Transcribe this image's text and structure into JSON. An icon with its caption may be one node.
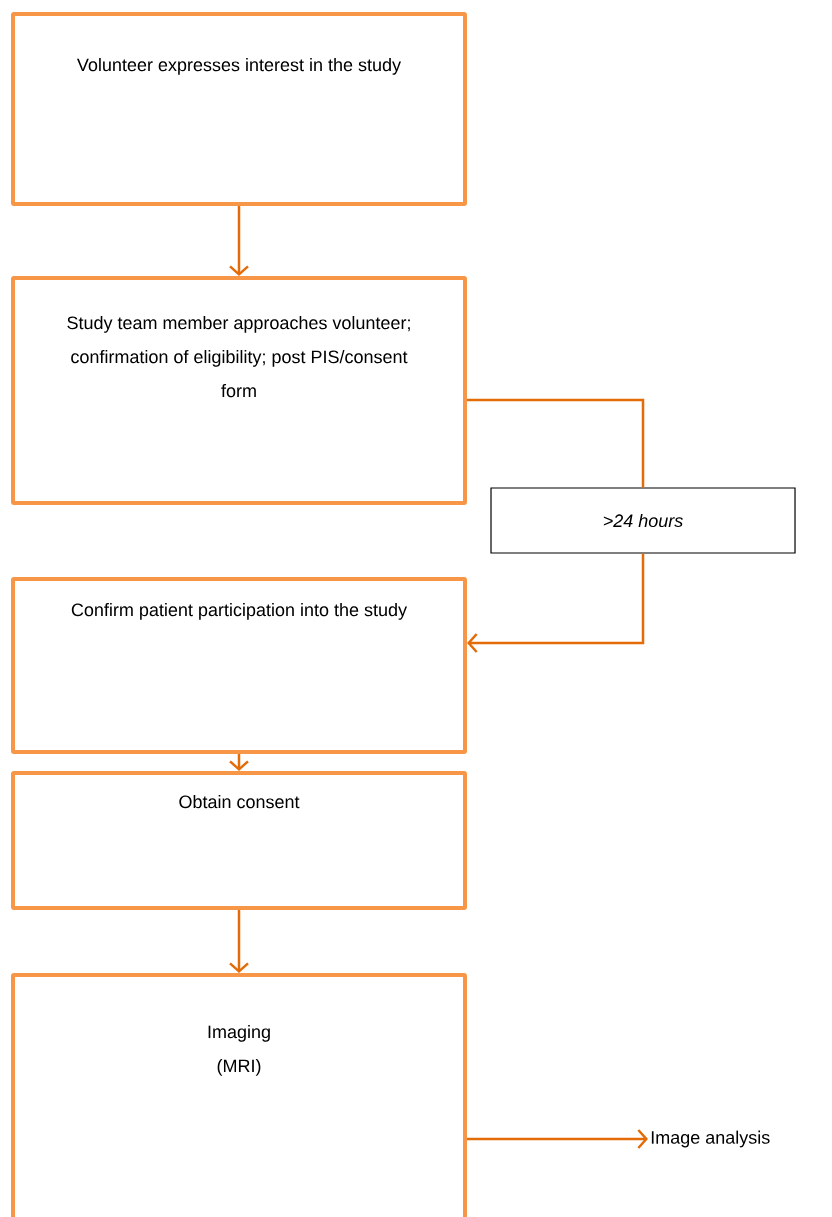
{
  "diagram": {
    "nodes": [
      {
        "text": [
          "Volunteer expresses interest in the study"
        ]
      },
      {
        "text": [
          "Study team member approaches volunteer; confirmation of eligibility; post PIS/consent form"
        ]
      },
      {
        "text": [
          ">24 hours"
        ]
      },
      {
        "text": [
          "Confirm patient participation into the study"
        ]
      },
      {
        "text": [
          "Obtain consent"
        ]
      },
      {
        "text": [
          "Imaging (MRI)"
        ]
      },
      {
        "text": [
          "Image analysis"
        ]
      }
    ],
    "edges": [
      {
        "from": 0,
        "to": 1,
        "arrow": "to"
      },
      {
        "from": 1,
        "to": 2,
        "arrow": "none"
      },
      {
        "from": 2,
        "to": 3,
        "arrow": "to"
      },
      {
        "from": 3,
        "to": 4,
        "arrow": "to"
      },
      {
        "from": 4,
        "to": 5,
        "arrow": "to"
      },
      {
        "from": 5,
        "to": 6,
        "arrow": "to"
      }
    ]
  }
}
